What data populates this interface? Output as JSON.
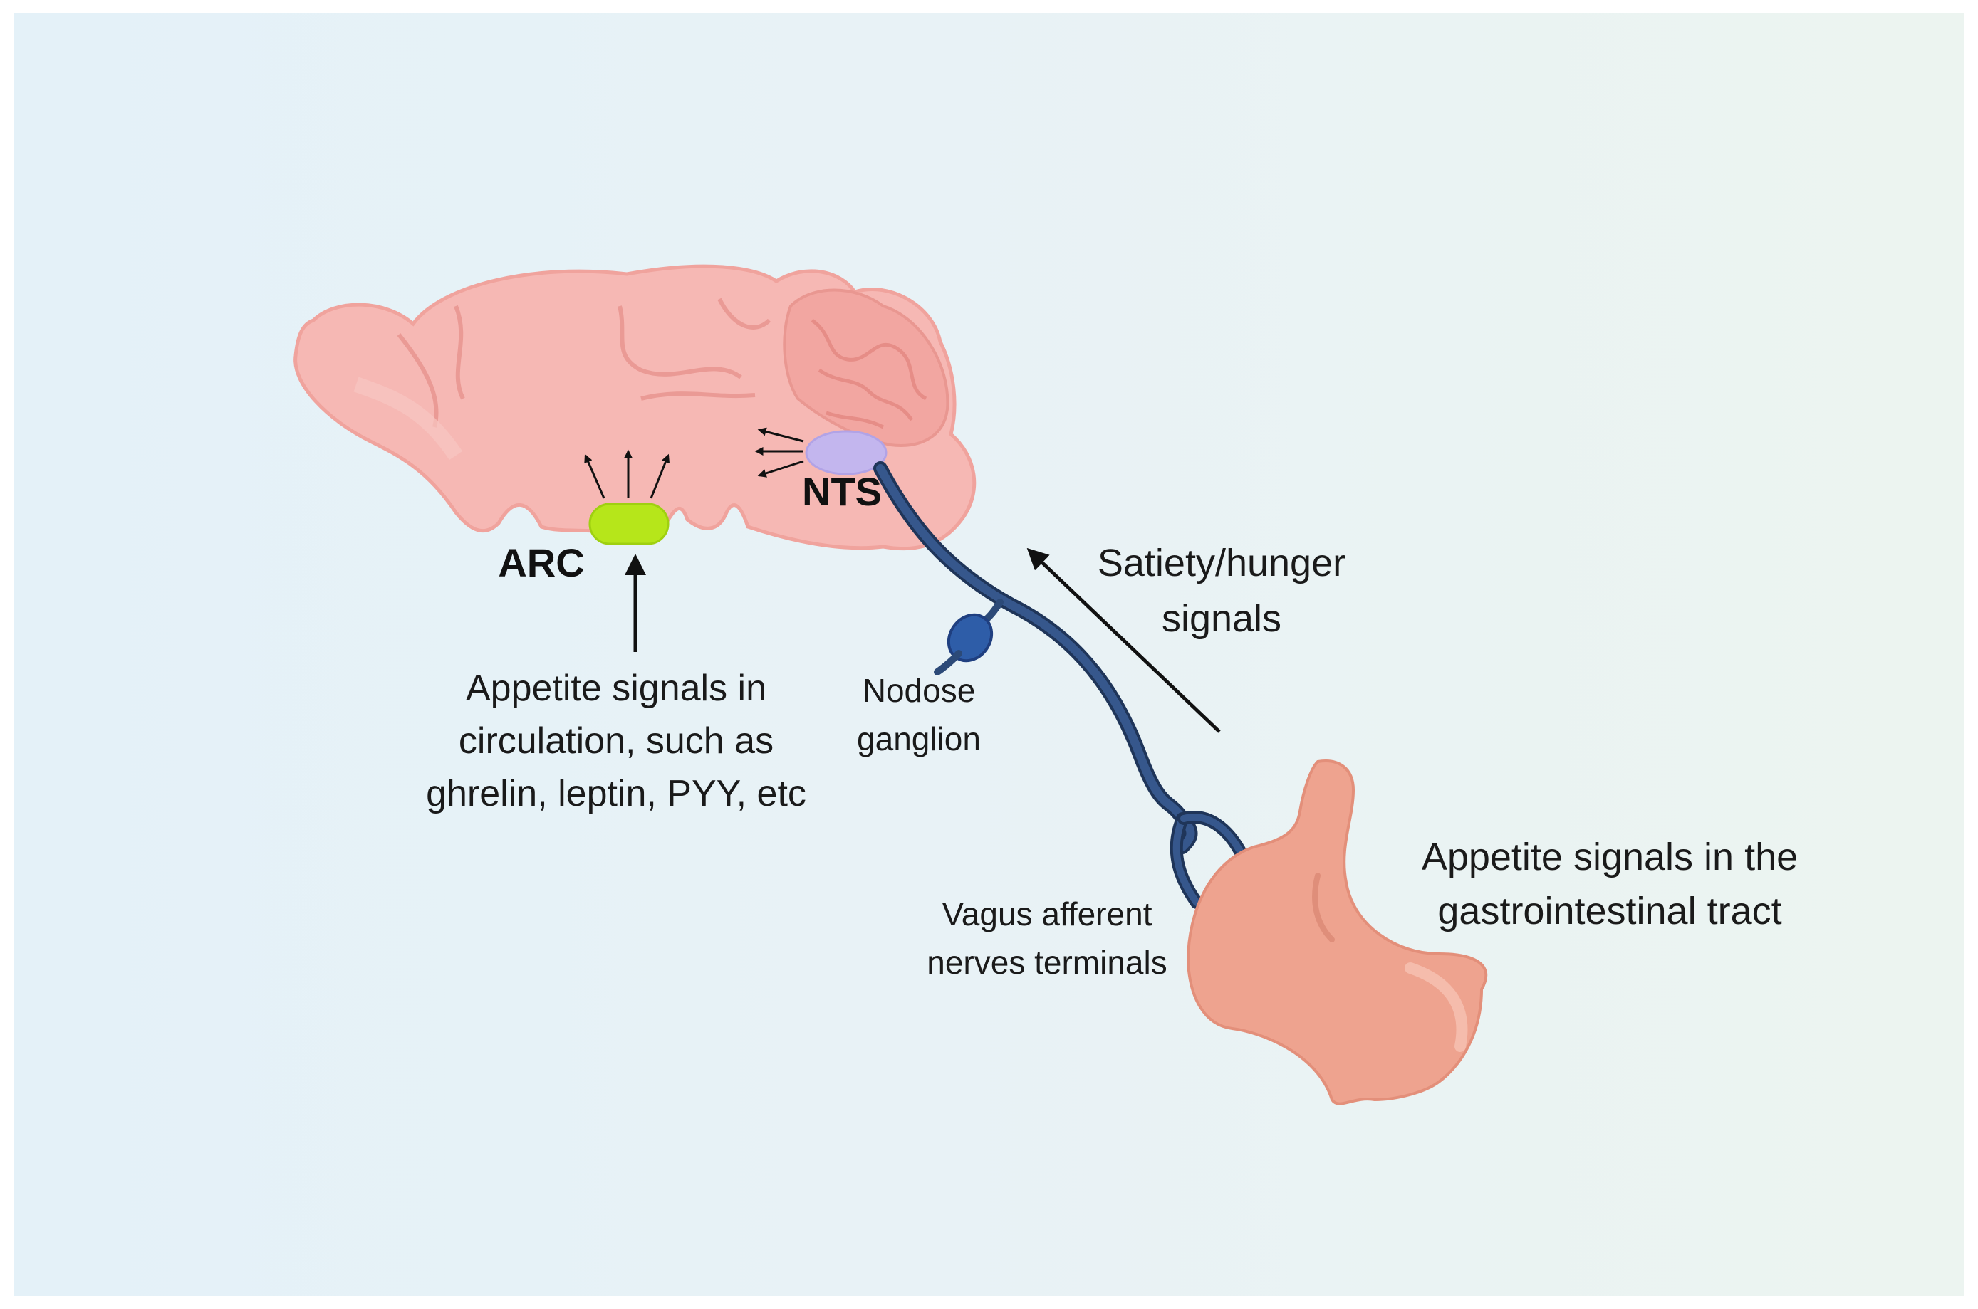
{
  "labels": {
    "arc": "ARC",
    "nts": "NTS",
    "circulation": "Appetite signals in circulation, such as ghrelin, leptin, PYY, etc",
    "nodose": "Nodose ganglion",
    "satiety": "Satiety/hunger signals",
    "vagus": "Vagus afferent nerves terminals",
    "gi": "Appetite signals in the gastrointestinal tract"
  },
  "icons": [
    "brain-icon",
    "stomach-icon",
    "nodose-ganglion-icon",
    "vagus-nerve-icon"
  ],
  "colors": {
    "brain": "#f6b8b4",
    "brain_outline": "#f0a39d",
    "arc_nucleus": "#b6e61a",
    "nts_nucleus": "#c3b6ee",
    "nerve": "#2c4a78",
    "ganglion": "#2e5da8",
    "stomach": "#eea38f",
    "arrow": "#111111"
  }
}
